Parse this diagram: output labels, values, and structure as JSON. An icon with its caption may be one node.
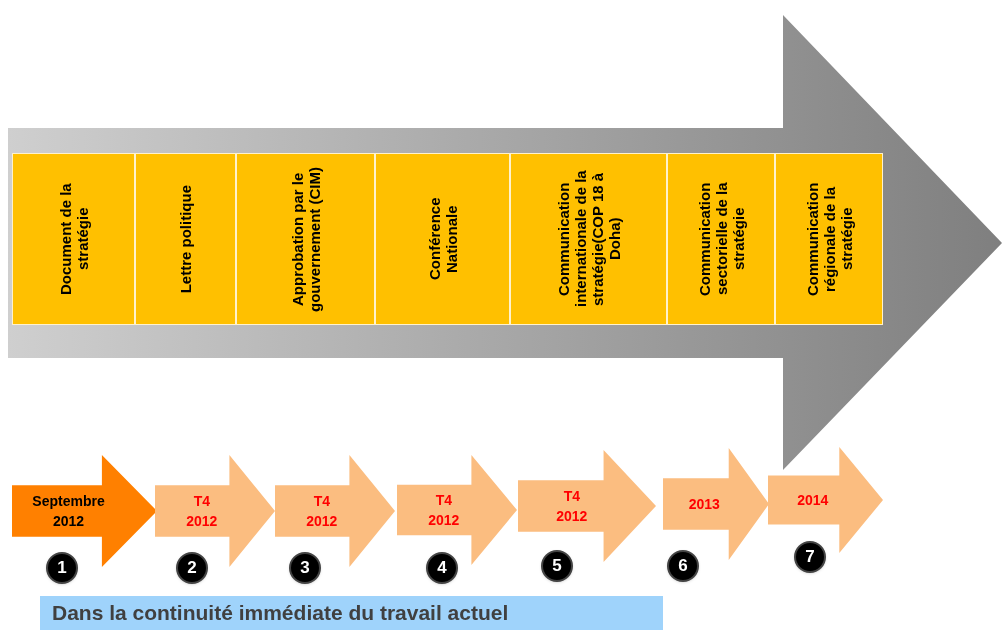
{
  "diagram": {
    "nodes": [
      {
        "text": [],
        "shape": "arrow"
      },
      {
        "text": [
          "Document de la stratégie"
        ],
        "in": 0
      },
      {
        "text": [
          "Lettre politique"
        ],
        "in": 0
      },
      {
        "text": [
          "Approbation par le gouvernement (CIM)"
        ],
        "in": 0
      },
      {
        "text": [
          "Conférence Nationale"
        ],
        "in": 0
      },
      {
        "text": [
          "Communication internationale de la stratégie(COP 18 à Doha)"
        ],
        "in": 0
      },
      {
        "text": [
          "Communication sectorielle de la stratégie"
        ],
        "in": 0
      },
      {
        "text": [
          "Communication régionale de la stratégie"
        ],
        "in": 0
      },
      {
        "text": [
          "Septembre 2012"
        ]
      },
      {
        "text": [
          "T4 2012"
        ]
      },
      {
        "text": [
          "T4 2012"
        ]
      },
      {
        "text": [
          "T4 2012"
        ]
      },
      {
        "text": [
          "T4 2012"
        ]
      },
      {
        "text": [
          "2013"
        ]
      },
      {
        "text": [
          "2014"
        ]
      },
      {
        "text": [
          "1"
        ]
      },
      {
        "text": [
          "2"
        ]
      },
      {
        "text": [
          "3"
        ]
      },
      {
        "text": [
          "4"
        ]
      },
      {
        "text": [
          "5"
        ]
      },
      {
        "text": [
          "6"
        ]
      },
      {
        "text": [
          "7"
        ]
      },
      {
        "text": [
          "Dans la continuité immédiate du travail actuel"
        ]
      }
    ]
  }
}
